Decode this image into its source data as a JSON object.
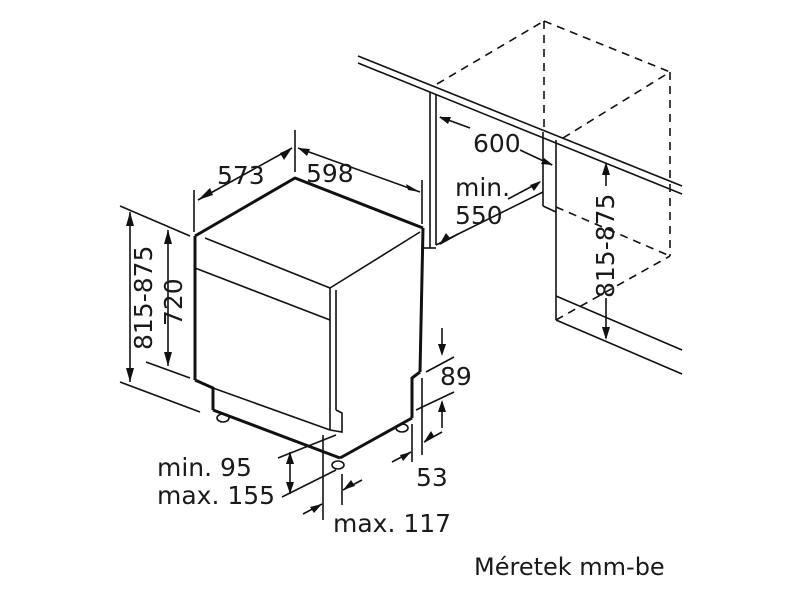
{
  "diagram": {
    "type": "dishwasher-installation-dimensions",
    "appliance_dims": {
      "depth": "573",
      "width": "598",
      "height_total": "815-875",
      "height_body": "720",
      "plinth_height": "min. 95",
      "plinth_height_max": "max. 155",
      "foot_setback": "max. 117",
      "side_step_height": "89",
      "side_step_depth": "53"
    },
    "niche_dims": {
      "width": "600",
      "depth_label_1": "min.",
      "depth_label_2": "550",
      "height": "815-875"
    },
    "caption": "Méretek mm-be"
  }
}
